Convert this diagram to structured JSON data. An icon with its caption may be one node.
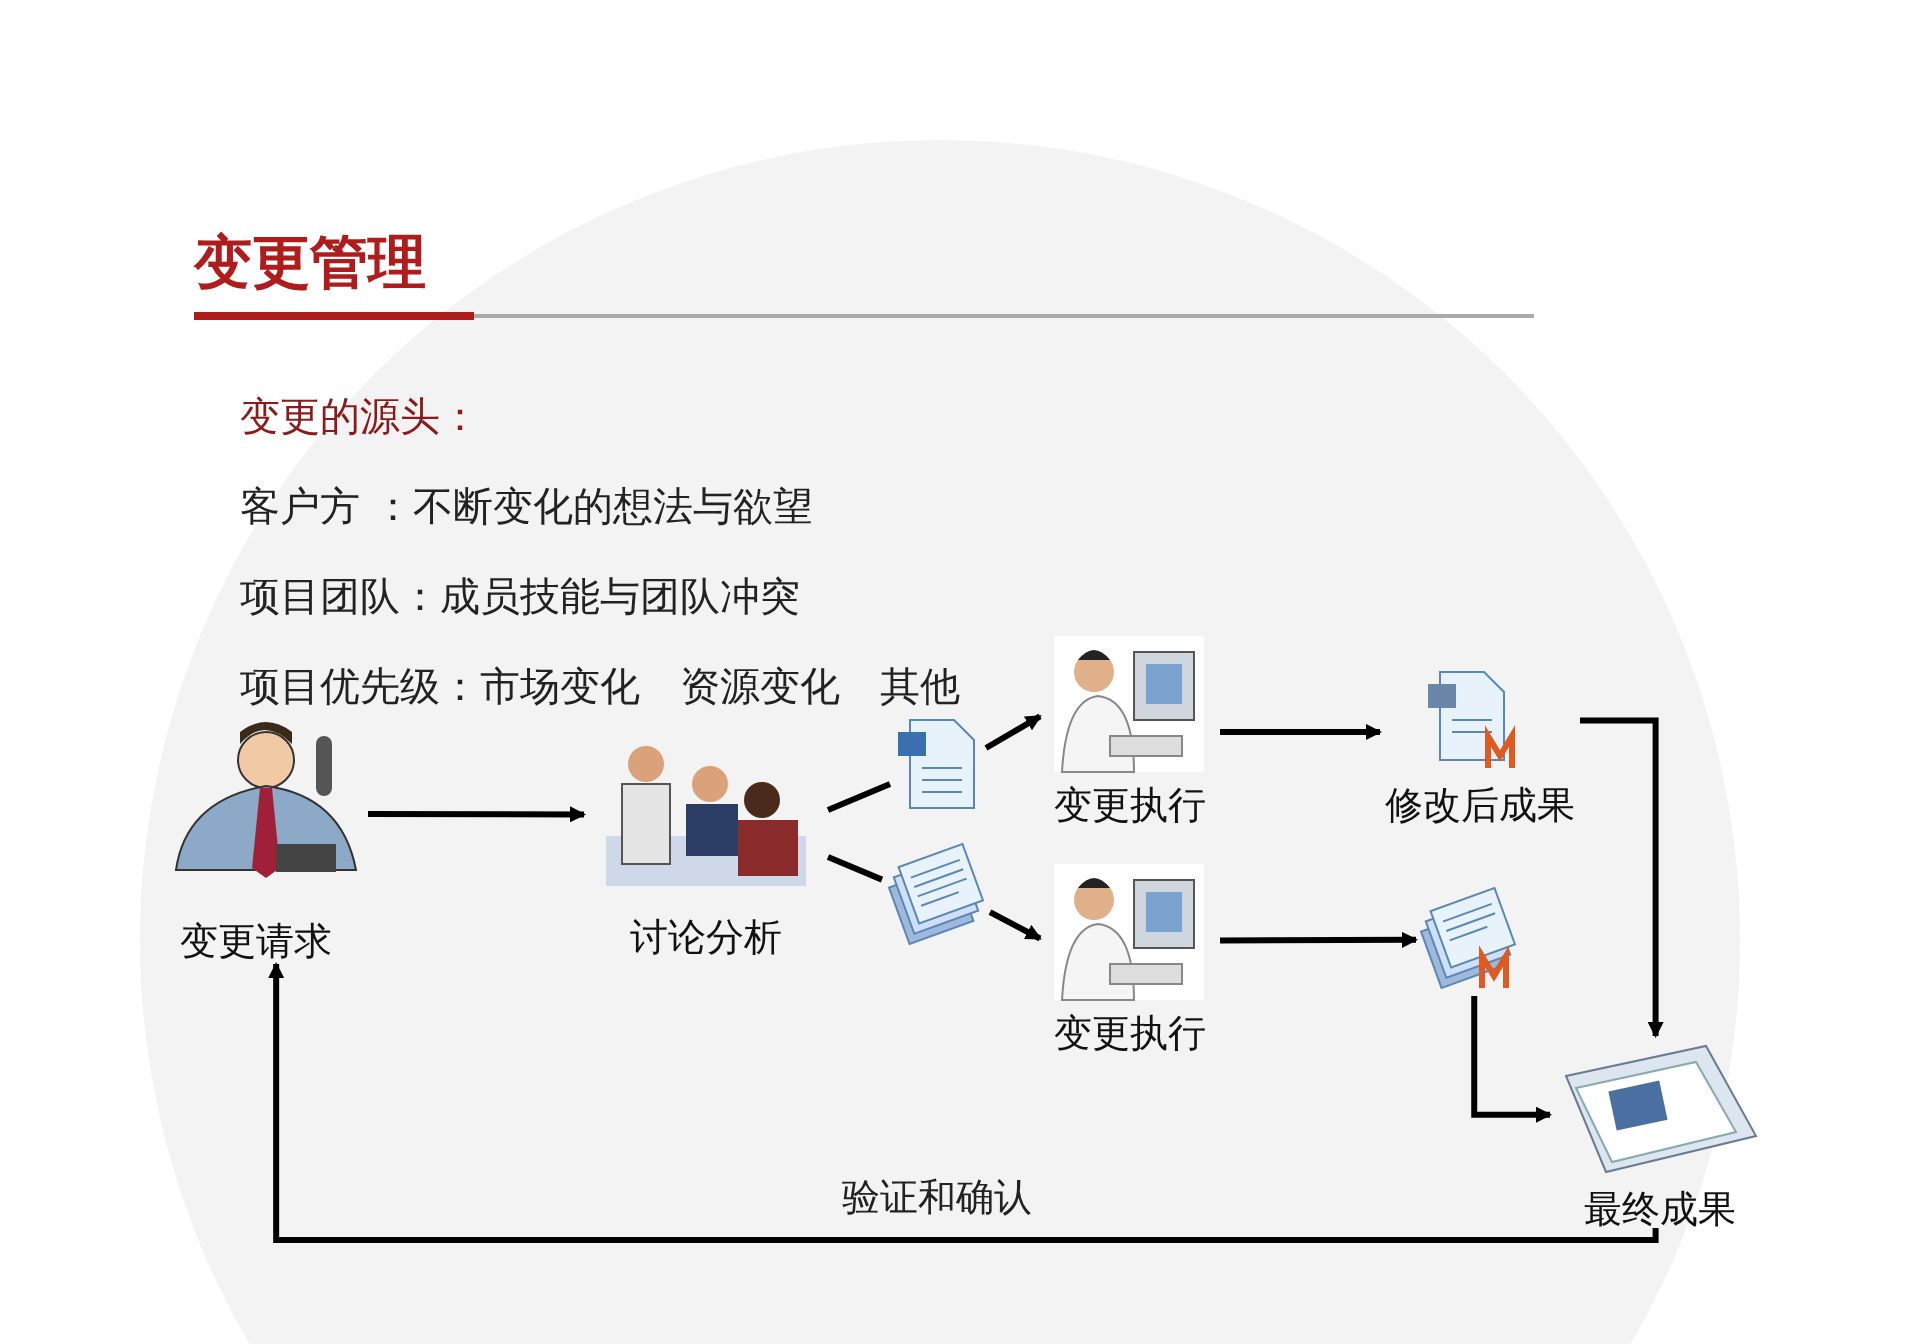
{
  "diagram": {
    "title": "变更管理",
    "nodes": [
      {
        "text": [
          "变更请求"
        ]
      },
      {
        "text": [
          "讨论分析"
        ]
      },
      {
        "text": [],
        "shape": "picture"
      },
      {
        "text": [],
        "shape": "picture"
      },
      {
        "text": [
          "变更执行"
        ]
      },
      {
        "text": [
          "变更执行"
        ]
      },
      {
        "text": [
          "修改后成果"
        ]
      },
      {
        "text": [],
        "shape": "picture"
      },
      {
        "text": [
          "最终成果"
        ]
      }
    ],
    "edges": [
      {
        "from": 0,
        "to": 1,
        "arrow": "to"
      },
      {
        "from": 1,
        "to": 2,
        "arrow": "none"
      },
      {
        "from": 2,
        "to": 4,
        "arrow": "to"
      },
      {
        "from": 1,
        "to": 3,
        "arrow": "none"
      },
      {
        "from": 3,
        "to": 5,
        "arrow": "to"
      },
      {
        "from": 4,
        "to": 6,
        "arrow": "to"
      },
      {
        "from": 5,
        "to": 7,
        "arrow": "to"
      },
      {
        "from": 6,
        "to": 8,
        "arrow": "to"
      },
      {
        "from": 7,
        "to": 8,
        "arrow": "to"
      },
      {
        "from": 8,
        "to": 0,
        "arrow": "to",
        "label": "验证和确认"
      }
    ],
    "labels": [
      "变更的源头：",
      "客户方 ：不断变化的想法与欲望",
      "项目团队：成员技能与团队冲突",
      "项目优先级：市场变化　资源变化　其他"
    ]
  }
}
